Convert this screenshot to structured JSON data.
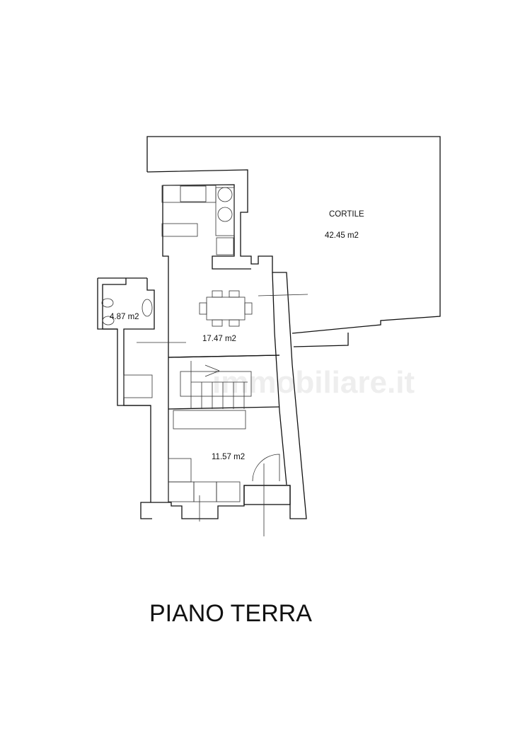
{
  "plan": {
    "title": "PIANO TERRA",
    "rooms": [
      {
        "name": "CORTILE",
        "area": "42.45 m2"
      },
      {
        "name": "",
        "area": "4.87 m2"
      },
      {
        "name": "",
        "area": "17.47 m2"
      },
      {
        "name": "",
        "area": "11.57 m2"
      }
    ],
    "watermark": "immobiliare.it"
  }
}
